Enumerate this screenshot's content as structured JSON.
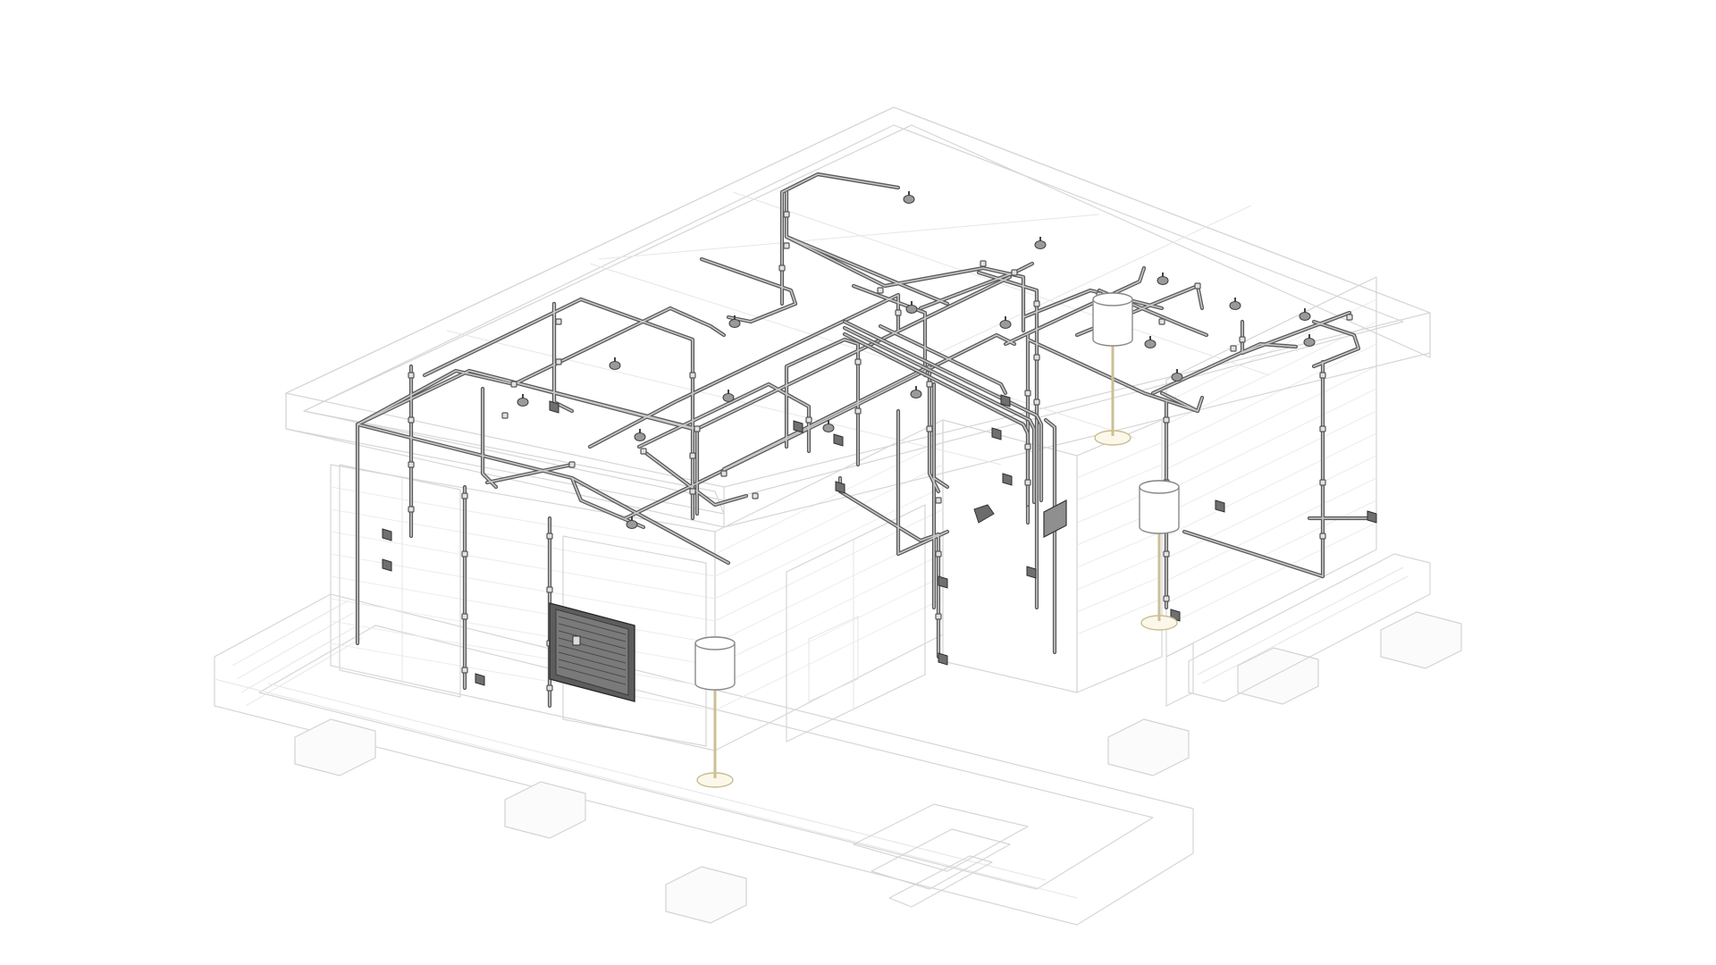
{
  "diagram": {
    "kind": "isometric-electrical-conduit-drawing",
    "colors": {
      "background": "#ffffff",
      "architecture_line": "#d6d6d6",
      "conduit": "#5a5a5a",
      "conduit_highlight": "#c9c9c9",
      "device": "#6f6f6f",
      "lamp_shade": "#ffffff",
      "lamp_pole": "#cbbf95"
    },
    "elements": {
      "ceiling_light_count": 17,
      "floor_lamp_count": 3,
      "junction_box_count": 16,
      "panel_count": 2
    }
  }
}
